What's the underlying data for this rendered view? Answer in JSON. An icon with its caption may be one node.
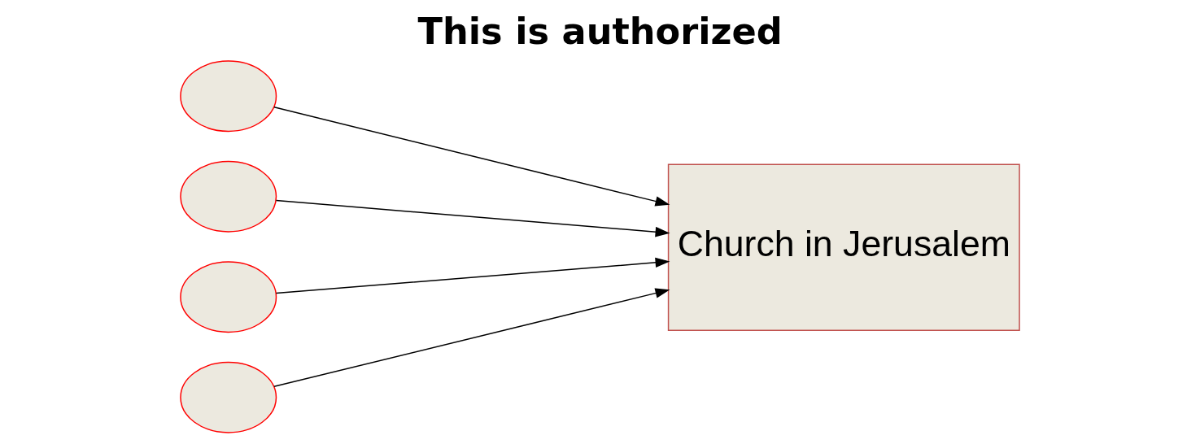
{
  "diagram": {
    "title": "This is authorized",
    "nodes": [
      {
        "text": [],
        "shape": "ellipse"
      },
      {
        "text": [],
        "shape": "ellipse"
      },
      {
        "text": [],
        "shape": "ellipse"
      },
      {
        "text": [],
        "shape": "ellipse"
      },
      {
        "text": [
          "Church in Jerusalem"
        ]
      }
    ],
    "edges": [
      {
        "from": 0,
        "to": 4,
        "arrow": "to"
      },
      {
        "from": 1,
        "to": 4,
        "arrow": "to"
      },
      {
        "from": 2,
        "to": 4,
        "arrow": "to"
      },
      {
        "from": 3,
        "to": 4,
        "arrow": "to"
      }
    ]
  }
}
